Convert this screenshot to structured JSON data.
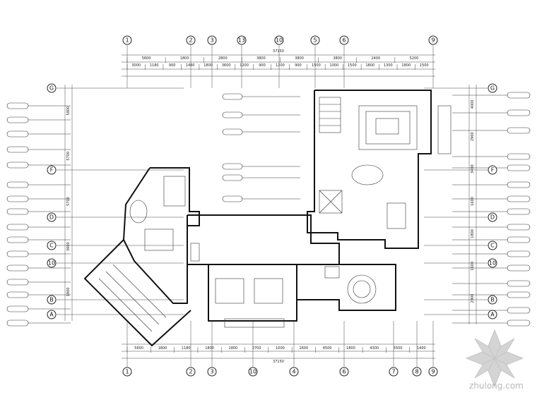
{
  "drawing": {
    "total_top": "37150",
    "total_bottom": "37150",
    "top_axes": [
      "1",
      "2",
      "3",
      "13",
      "10",
      "5",
      "6",
      "9"
    ],
    "bottom_axes": [
      "1",
      "2",
      "3",
      "10",
      "4",
      "6",
      "7",
      "8",
      "9"
    ],
    "left_axes": [
      "G",
      "F",
      "D",
      "C",
      "10",
      "B",
      "A"
    ],
    "right_axes": [
      "G",
      "F",
      "D",
      "C",
      "10",
      "B",
      "A"
    ],
    "top_dims_row1": [
      "5600",
      "1800",
      "2800",
      "3800",
      "3800",
      "3800",
      "2400",
      "5200"
    ],
    "top_dims_row2": [
      "3000",
      "1180",
      "900",
      "1480",
      "1800",
      "3600",
      "1200",
      "900",
      "1200",
      "900",
      "1500",
      "1000",
      "1500",
      "1800",
      "1300",
      "1800",
      "1500"
    ],
    "bottom_dims_row1": [
      "5600",
      "1800",
      "1180",
      "1800",
      "1800",
      "2700",
      "1000",
      "1600",
      "4500",
      "1800",
      "4300",
      "3500",
      "1400"
    ],
    "left_dims": [
      "5800",
      "5700",
      "5700",
      "3600",
      "1800"
    ],
    "right_dims": [
      "4000",
      "2900",
      "3400",
      "1600",
      "1800",
      "1600",
      "2900"
    ]
  },
  "watermark": {
    "site": "zhulong.com"
  }
}
